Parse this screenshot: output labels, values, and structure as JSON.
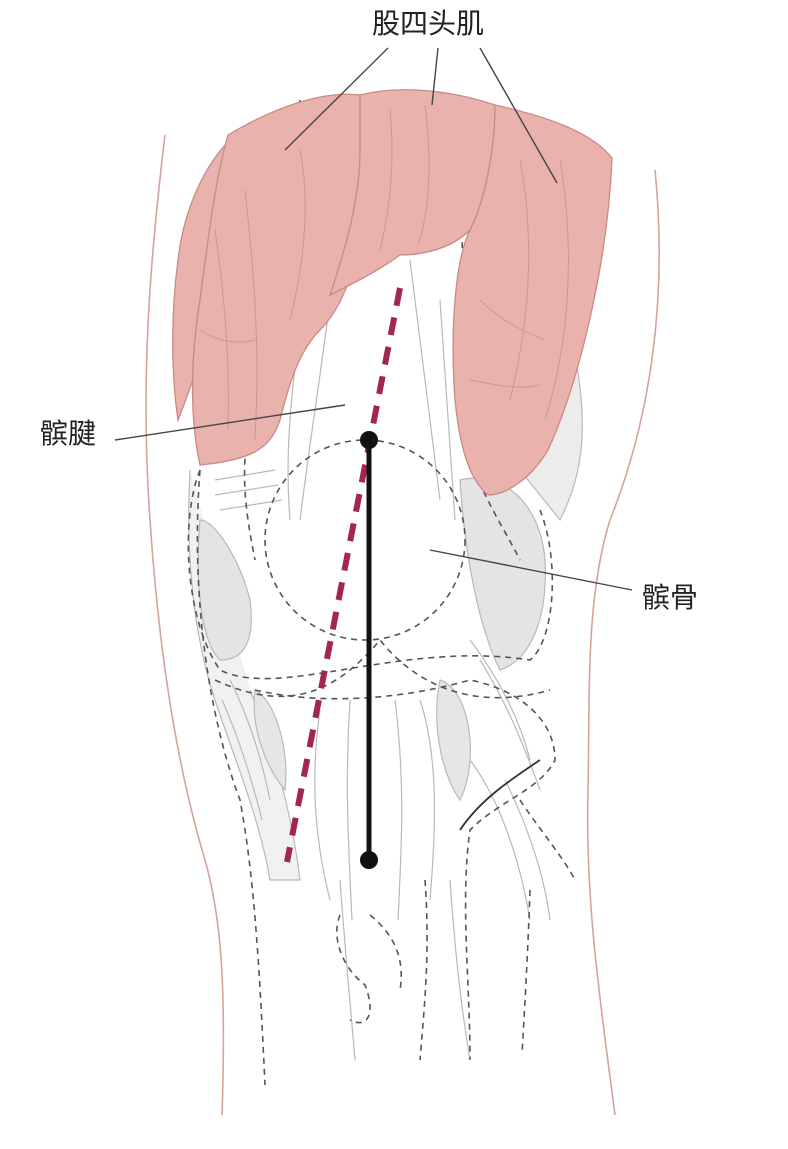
{
  "labels": {
    "quadriceps": "股四头肌",
    "patellar_tendon": "髌腱",
    "patella": "髌骨"
  },
  "colors": {
    "muscle_fill": "#e9b2ac",
    "muscle_stroke": "#c98a84",
    "muscle_fiber": "#d4948e",
    "skin_outline": "#d9a19b",
    "structure_line": "#b9b9b9",
    "shaded_area": "#e4e4e4",
    "dashed_outline": "#555555",
    "q_line_dashed": "#a3264f",
    "tendon_axis": "#111111",
    "leader_line": "#444444"
  },
  "icons": {
    "end_point": "filled-circle-dot"
  }
}
